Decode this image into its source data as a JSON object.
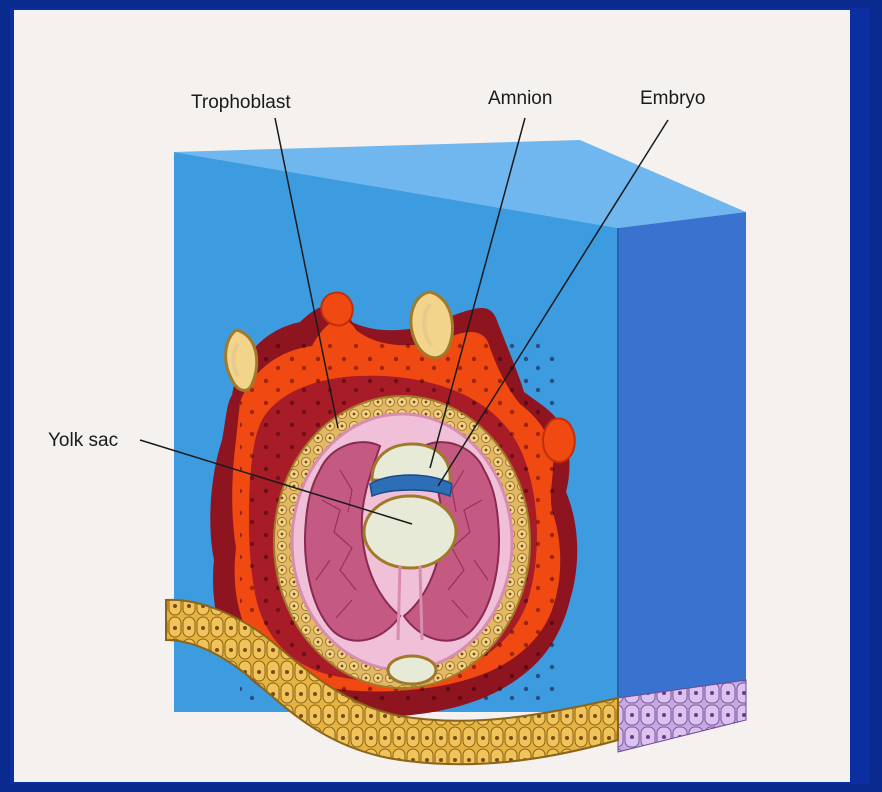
{
  "labels": {
    "trophoblast": "Trophoblast",
    "amnion": "Amnion",
    "embryo": "Embryo",
    "yolk_sac": "Yolk sac"
  },
  "colors": {
    "border": "#0b2fa0",
    "paper": "#f4f1ee",
    "endometrium_front": "#3d9be0",
    "endometrium_top": "#6fb7ee",
    "endometrium_side": "#3a73cf",
    "decidua_dark": "#8e1420",
    "decidua_orange": "#f04a12",
    "cytotrophoblast": "#e2b866",
    "chorionic_cavity": "#f0c0d8",
    "villous_pink": "#c45a82",
    "amnion_blue": "#2d6fb7",
    "yolk_fill": "#e8ead8",
    "epithelium": "#e6b240",
    "columnar_purple": "#c8a8e0"
  }
}
